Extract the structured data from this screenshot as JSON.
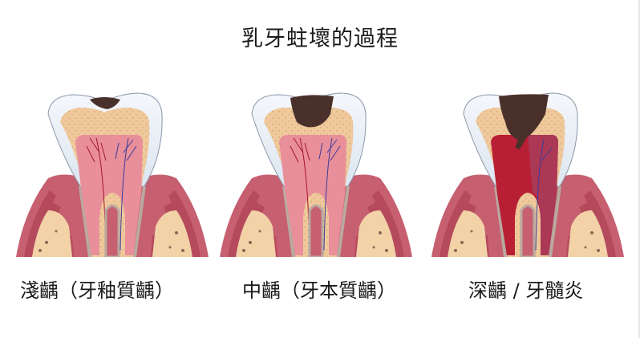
{
  "title": "乳牙蛀壞的過程",
  "stages": [
    {
      "label": "淺齲（牙釉質齲）",
      "caries_depth": "enamel"
    },
    {
      "label": "中齲（牙本質齲）",
      "caries_depth": "dentin"
    },
    {
      "label": "深齲 / 牙髓炎",
      "caries_depth": "pulp"
    }
  ],
  "colors": {
    "enamel": "#e8eef5",
    "dentin": "#efc99c",
    "pulp": "#e88f9a",
    "pulp_inflamed": "#b81f35",
    "gum": "#c65f70",
    "gum_light": "#e79aa5",
    "bone": "#f3d2a8",
    "caries": "#4a302b",
    "nerve_red": "#a4162c",
    "nerve_blue": "#3c3c9a"
  }
}
